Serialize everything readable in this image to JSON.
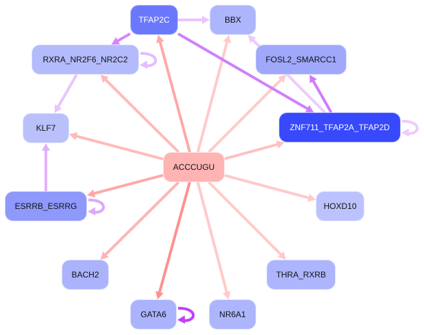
{
  "diagram": {
    "type": "regulatory-network",
    "nodes": [
      {
        "id": "TFAP2C",
        "label": "TFAP2C",
        "color": "#6b78fb",
        "text": "light"
      },
      {
        "id": "BBX",
        "label": "BBX",
        "color": "#adb5fc",
        "text": "dark"
      },
      {
        "id": "RXRA_NR2F6_NR2C2",
        "label": "RXRA_NR2F6_NR2C2",
        "color": "#b4bbfc",
        "text": "dark"
      },
      {
        "id": "FOSL2_SMARCC1",
        "label": "FOSL2_SMARCC1",
        "color": "#9fa8fb",
        "text": "dark"
      },
      {
        "id": "KLF7",
        "label": "KLF7",
        "color": "#b9c0fc",
        "text": "dark"
      },
      {
        "id": "ZNF711_TFAP2A_TFAP2D",
        "label": "ZNF711_TFAP2A_TFAP2D",
        "color": "#3848fb",
        "text": "light"
      },
      {
        "id": "ACCCUGU",
        "label": "ACCCUGU",
        "color": "#ffb4b4",
        "text": "dark"
      },
      {
        "id": "ESRRB_ESRRG",
        "label": "ESRRB_ESRRG",
        "color": "#8e99fb",
        "text": "dark"
      },
      {
        "id": "HOXD10",
        "label": "HOXD10",
        "color": "#bcc2fd",
        "text": "dark"
      },
      {
        "id": "BACH2",
        "label": "BACH2",
        "color": "#abb3fc",
        "text": "dark"
      },
      {
        "id": "THRA_RXRB",
        "label": "THRA_RXRB",
        "color": "#adb5fc",
        "text": "dark"
      },
      {
        "id": "GATA6",
        "label": "GATA6",
        "color": "#abb3fc",
        "text": "dark"
      },
      {
        "id": "NR6A1",
        "label": "NR6A1",
        "color": "#adb5fc",
        "text": "dark"
      }
    ],
    "edges": [
      {
        "from": "ACCCUGU",
        "to": "TFAP2C",
        "color": "#ffa8a8"
      },
      {
        "from": "ACCCUGU",
        "to": "BBX",
        "color": "#ffcaca"
      },
      {
        "from": "ACCCUGU",
        "to": "RXRA_NR2F6_NR2C2",
        "color": "#ffbaba"
      },
      {
        "from": "ACCCUGU",
        "to": "FOSL2_SMARCC1",
        "color": "#ffcaca"
      },
      {
        "from": "ACCCUGU",
        "to": "KLF7",
        "color": "#ffbaba"
      },
      {
        "from": "ACCCUGU",
        "to": "ZNF711_TFAP2A_TFAP2D",
        "color": "#ffc0c0"
      },
      {
        "from": "ACCCUGU",
        "to": "ESRRB_ESRRG",
        "color": "#ffa8a8"
      },
      {
        "from": "ACCCUGU",
        "to": "HOXD10",
        "color": "#ffcaca"
      },
      {
        "from": "ACCCUGU",
        "to": "BACH2",
        "color": "#ffb4b4"
      },
      {
        "from": "ACCCUGU",
        "to": "THRA_RXRB",
        "color": "#ffcaca"
      },
      {
        "from": "ACCCUGU",
        "to": "GATA6",
        "color": "#ff9090"
      },
      {
        "from": "ACCCUGU",
        "to": "NR6A1",
        "color": "#ffcaca"
      },
      {
        "from": "TFAP2C",
        "to": "BBX",
        "color": "#eac4fc"
      },
      {
        "from": "TFAP2C",
        "to": "RXRA_NR2F6_NR2C2",
        "color": "#d884fa"
      },
      {
        "from": "TFAP2C",
        "to": "ZNF711_TFAP2A_TFAP2D",
        "color": "#d080fa"
      },
      {
        "from": "ZNF711_TFAP2A_TFAP2D",
        "to": "BBX",
        "color": "#ecccfc"
      },
      {
        "from": "ZNF711_TFAP2A_TFAP2D",
        "to": "FOSL2_SMARCC1",
        "color": "#d07cfa"
      },
      {
        "from": "RXRA_NR2F6_NR2C2",
        "to": "KLF7",
        "color": "#eac4fc"
      },
      {
        "from": "ESRRB_ESRRG",
        "to": "KLF7",
        "color": "#e2b0fc"
      },
      {
        "from": "RXRA_NR2F6_NR2C2",
        "to": "RXRA_NR2F6_NR2C2",
        "color": "#e6bcfc"
      },
      {
        "from": "ZNF711_TFAP2A_TFAP2D",
        "to": "ZNF711_TFAP2A_TFAP2D",
        "color": "#ecccfc"
      },
      {
        "from": "ESRRB_ESRRG",
        "to": "ESRRB_ESRRG",
        "color": "#dca8fa"
      },
      {
        "from": "GATA6",
        "to": "GATA6",
        "color": "#c040f8"
      }
    ]
  }
}
